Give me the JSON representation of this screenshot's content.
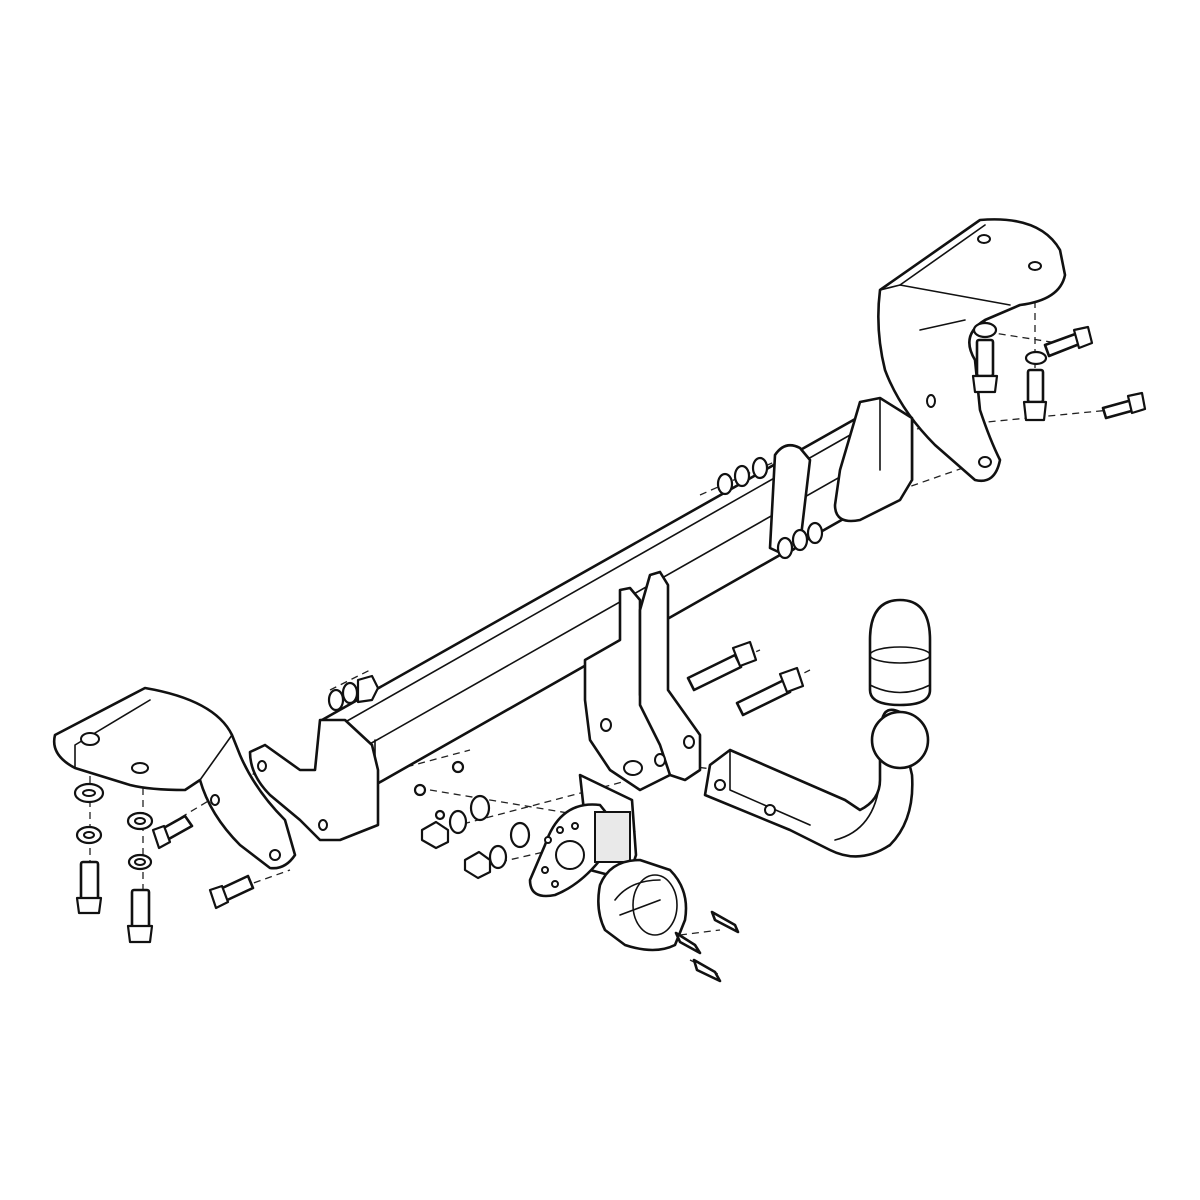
{
  "diagram": {
    "type": "exploded-assembly",
    "components": [
      "left-bracket",
      "right-bracket",
      "crossbar-tube",
      "center-mount-plates",
      "ball-arm",
      "tow-ball",
      "ball-cover-cap",
      "socket-plate",
      "electrical-socket",
      "bolts",
      "nuts",
      "washers",
      "socket-screws"
    ],
    "colors": {
      "line": "#111111",
      "background": "#ffffff",
      "shade": "#e9e9e9"
    }
  }
}
